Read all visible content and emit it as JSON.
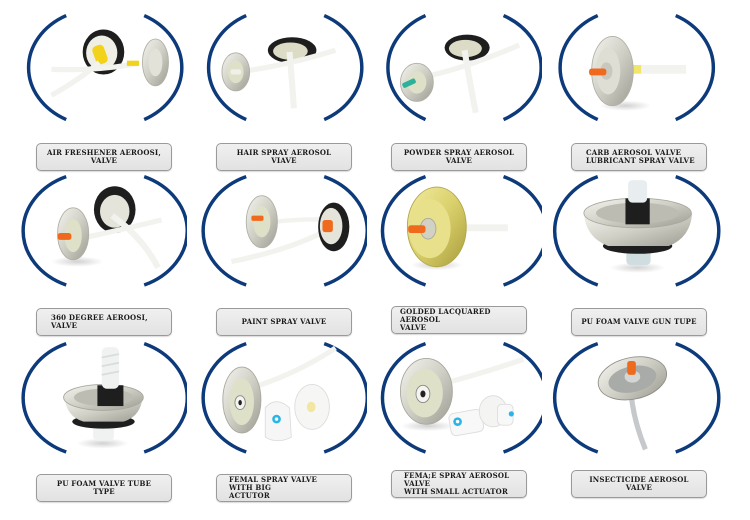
{
  "colors": {
    "bracket": "#0d3a7a",
    "label_bg": "#e6e6e6",
    "label_border": "#9a9a9a",
    "label_text": "#1a1a1a",
    "silver": "#d4d4cc",
    "gold": "#d9d27a",
    "black_gasket": "#1e1e1e",
    "orange_stem": "#f06a1e",
    "yellow_stem": "#f2d21a",
    "teal_stem": "#2bb39a",
    "blue_dot": "#29b6e6",
    "tube": "#f2f2ee"
  },
  "products": [
    {
      "label": "AIR FRESHENER AEROOSI, VALVE",
      "icon": "air-freshener-valve",
      "stem": "yellow"
    },
    {
      "label": "HAIR SPRAY AEROSOL VIAVE",
      "icon": "hair-spray-valve",
      "stem": "white"
    },
    {
      "label": "POWDER SPRAY AEROSOL VALVE",
      "icon": "powder-spray-valve",
      "stem": "teal"
    },
    {
      "label_line1": "CARB AEROSOL VALVE",
      "label_line2": "LUBRICANT SPRAY VALVE",
      "icon": "carb-lubricant-valve",
      "stem": "orange"
    },
    {
      "label": "360 DEGREE AEROOSI, VALVE",
      "icon": "360-degree-valve",
      "stem": "orange"
    },
    {
      "label": "PAINT SPRAY VALVE",
      "icon": "paint-spray-valve",
      "stem": "orange"
    },
    {
      "label_line1": "GOLDED LACQUARED AEROSOL",
      "label_line2": "VALVE",
      "icon": "golden-lacquered-valve",
      "stem": "orange"
    },
    {
      "label": "PU FOAM VALVE GUN TUPE",
      "icon": "pu-foam-gun-valve",
      "stem": "white"
    },
    {
      "label": "PU FOAM VALVE TUBE TYPE",
      "icon": "pu-foam-tube-valve",
      "stem": "white"
    },
    {
      "label_line1": "FEMAL SPRAY VALVE WITH BIG",
      "label_line2": "ACTUTOR",
      "icon": "female-valve-big-actuator",
      "stem": "blue"
    },
    {
      "label_line1": "FEMA;E SPRAY AEROSOL VALVE",
      "label_line2": "WITH SMALL ACTUATOR",
      "icon": "female-valve-small-actuator",
      "stem": "blue"
    },
    {
      "label": "INSECTICIDE AEROSOL VALVE",
      "icon": "insecticide-valve",
      "stem": "orange"
    }
  ]
}
